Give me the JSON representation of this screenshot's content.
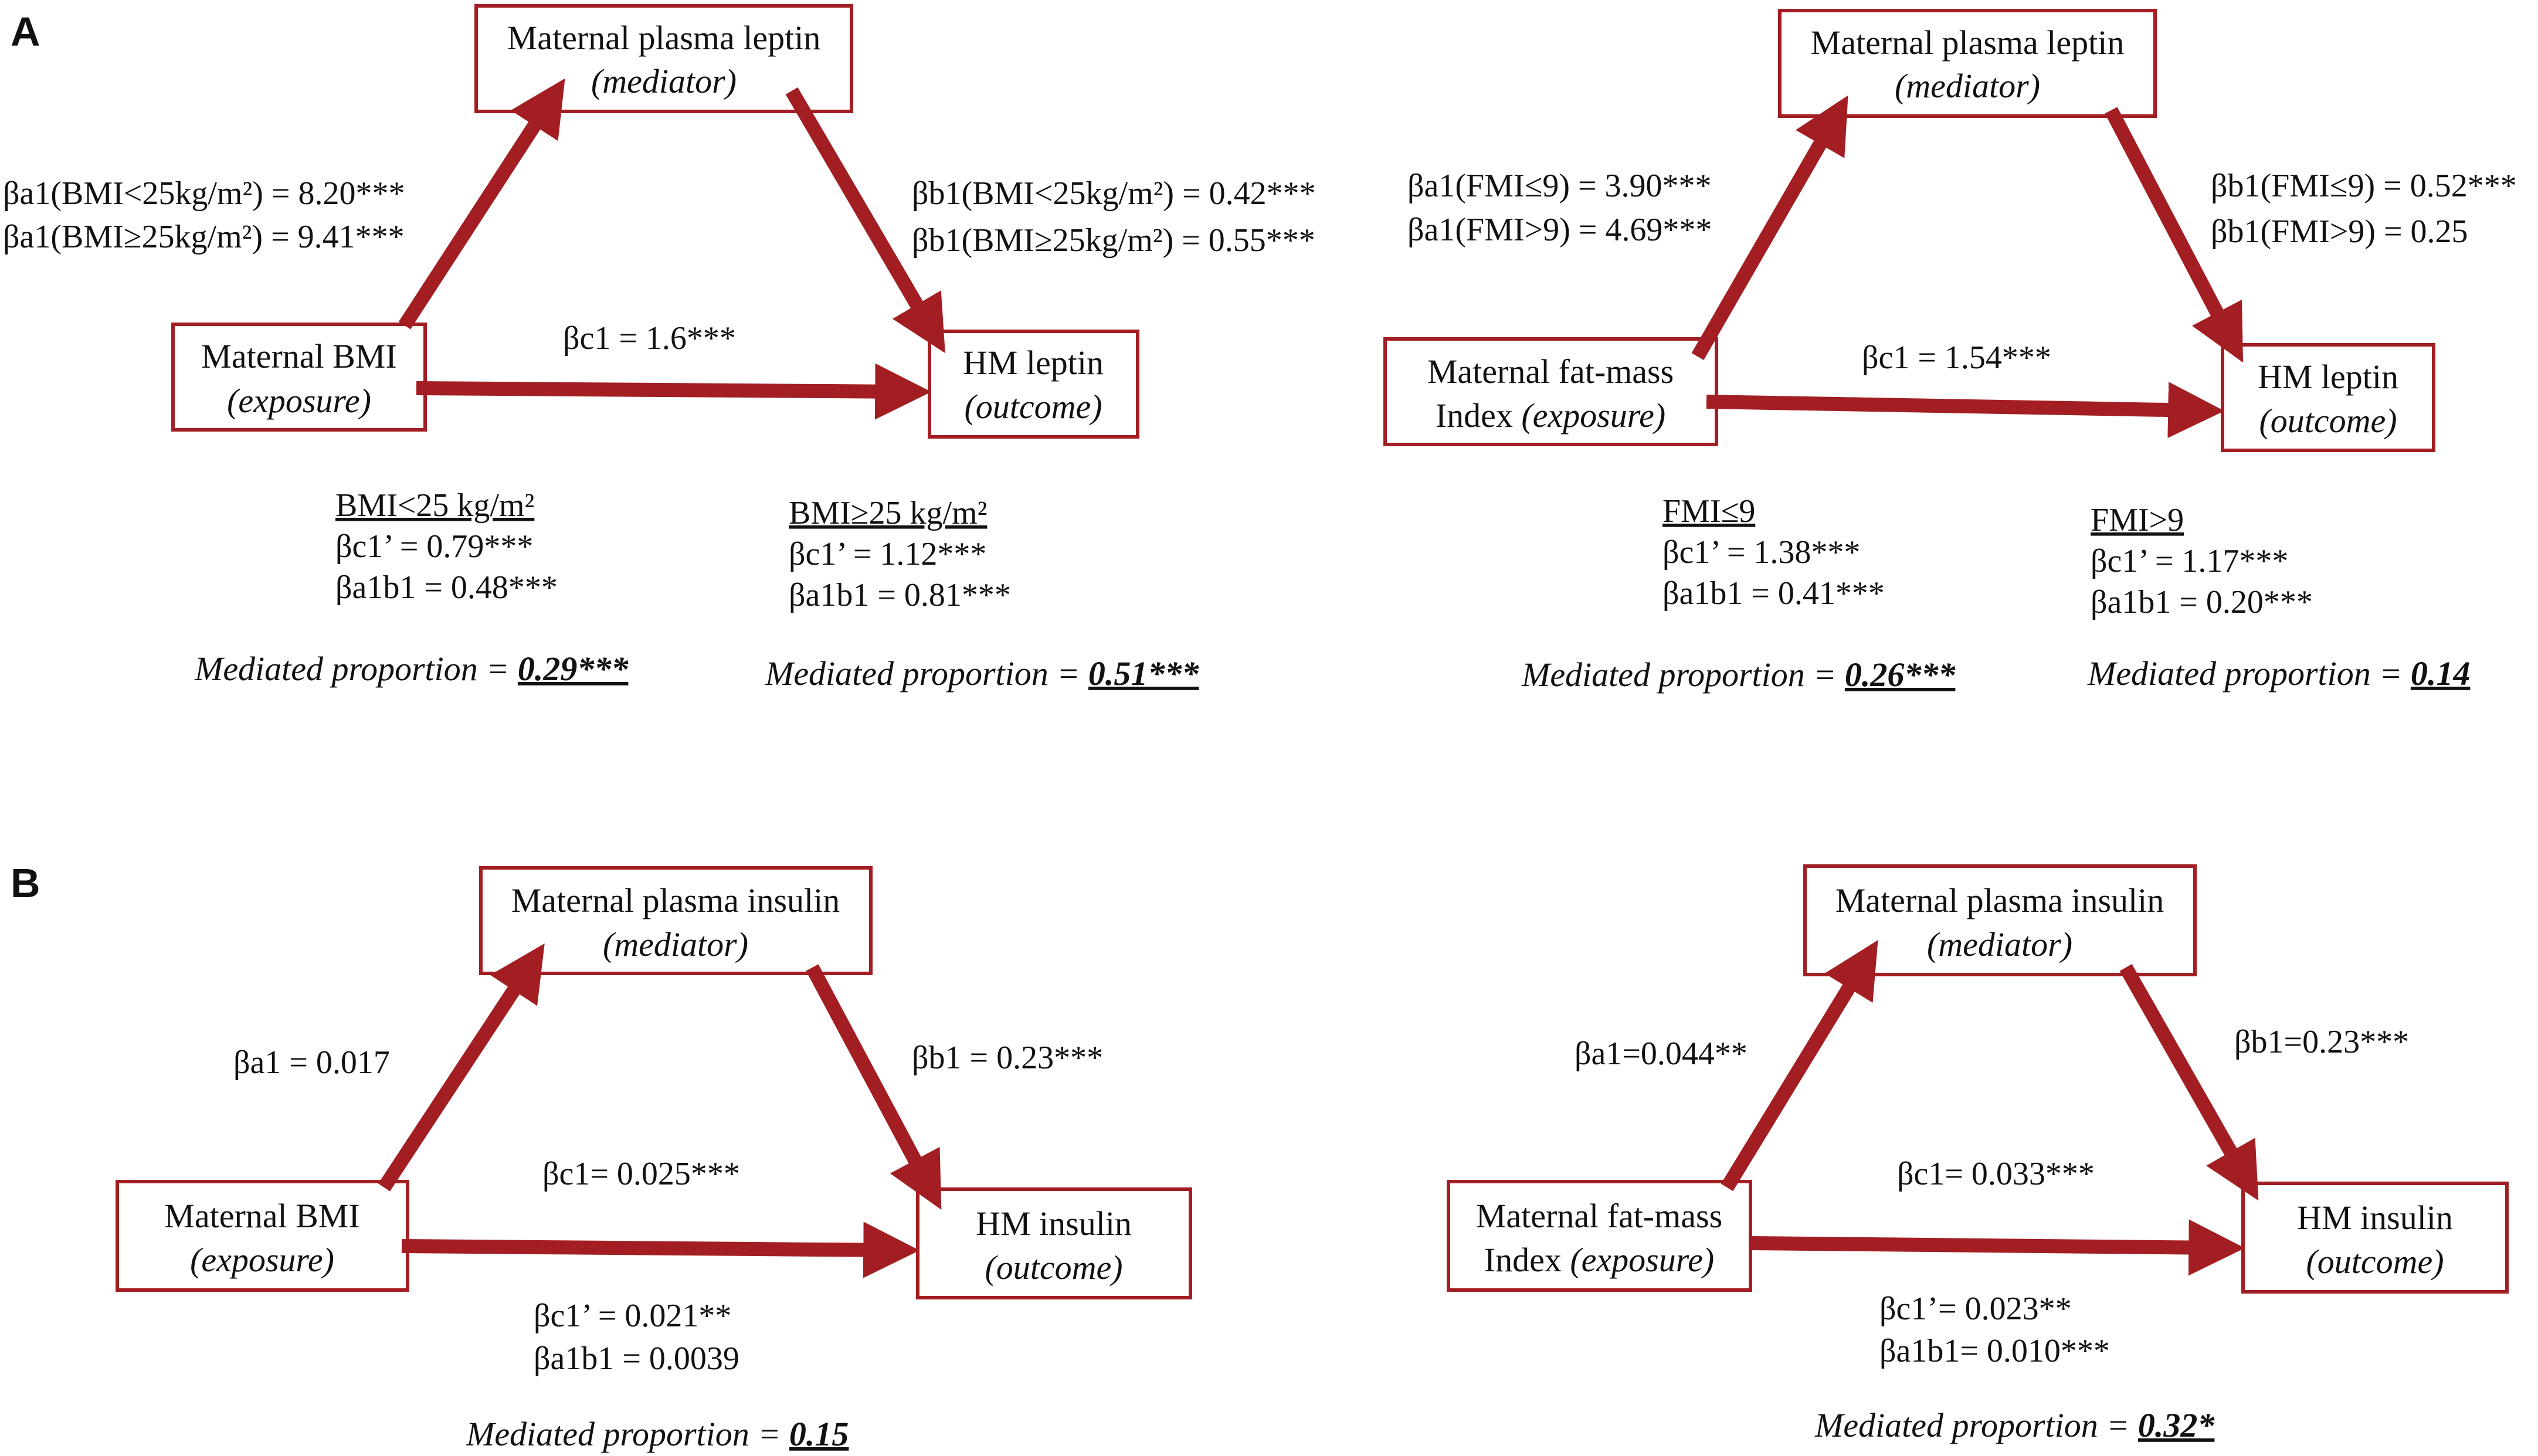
{
  "colors": {
    "arrow": "#a31e23",
    "box_border": "#a31e23",
    "text": "#111111"
  },
  "panels": {
    "A": {
      "label": "A",
      "left": {
        "mediator": {
          "title": "Maternal plasma leptin",
          "role": "(mediator)"
        },
        "exposure": {
          "title": "Maternal BMI",
          "role": "(exposure)"
        },
        "outcome": {
          "title": "HM leptin",
          "role": "(outcome)"
        },
        "a_path": {
          "line1": "βa1(BMI<25kg/m²) = 8.20***",
          "line2": "βa1(BMI≥25kg/m²) = 9.41***"
        },
        "b_path": {
          "line1": "βb1(BMI<25kg/m²) = 0.42***",
          "line2": "βb1(BMI≥25kg/m²) = 0.55***"
        },
        "c_path": "βc1 = 1.6***",
        "groups": [
          {
            "heading": "BMI<25 kg/m²",
            "c_prime": "βc1’ = 0.79***",
            "ab": "βa1b1 = 0.48***",
            "mediated_label": "Mediated proportion = ",
            "mediated_value": "0.29***"
          },
          {
            "heading": "BMI≥25 kg/m²",
            "c_prime": "βc1’ = 1.12***",
            "ab": "βa1b1 = 0.81***",
            "mediated_label": "Mediated proportion = ",
            "mediated_value": "0.51***"
          }
        ]
      },
      "right": {
        "mediator": {
          "title": "Maternal plasma leptin",
          "role": "(mediator)"
        },
        "exposure": {
          "title": "Maternal fat-mass",
          "role_line": "Index",
          "role": "(exposure)"
        },
        "outcome": {
          "title": "HM leptin",
          "role": "(outcome)"
        },
        "a_path": {
          "line1": "βa1(FMI≤9) = 3.90***",
          "line2": "βa1(FMI>9) = 4.69***"
        },
        "b_path": {
          "line1": "βb1(FMI≤9) = 0.52***",
          "line2": "βb1(FMI>9) = 0.25"
        },
        "c_path": "βc1 = 1.54***",
        "groups": [
          {
            "heading": "FMI≤9",
            "c_prime": "βc1’ = 1.38***",
            "ab": "βa1b1 = 0.41***",
            "mediated_label": "Mediated proportion = ",
            "mediated_value": "0.26***"
          },
          {
            "heading": "FMI>9",
            "c_prime": "βc1’ = 1.17***",
            "ab": "βa1b1 = 0.20***",
            "mediated_label": "Mediated proportion = ",
            "mediated_value": "0.14"
          }
        ]
      }
    },
    "B": {
      "label": "B",
      "left": {
        "mediator": {
          "title": "Maternal plasma insulin",
          "role": "(mediator)"
        },
        "exposure": {
          "title": "Maternal BMI",
          "role": "(exposure)"
        },
        "outcome": {
          "title": "HM insulin",
          "role": "(outcome)"
        },
        "a_path": "βa1 = 0.017",
        "b_path": "βb1 = 0.23***",
        "c_path": "βc1= 0.025***",
        "c_prime": "βc1’ = 0.021**",
        "ab": "βa1b1 = 0.0039",
        "mediated_label": "Mediated proportion = ",
        "mediated_value": "0.15"
      },
      "right": {
        "mediator": {
          "title": "Maternal plasma insulin",
          "role": "(mediator)"
        },
        "exposure": {
          "title": "Maternal fat-mass",
          "role_line": "Index",
          "role": "(exposure)"
        },
        "outcome": {
          "title": "HM insulin",
          "role": "(outcome)"
        },
        "a_path": "βa1=0.044**",
        "b_path": "βb1=0.23***",
        "c_path": "βc1= 0.033***",
        "c_prime": "βc1’= 0.023**",
        "ab": "βa1b1= 0.010***",
        "mediated_label": "Mediated proportion = ",
        "mediated_value": "0.32*"
      }
    }
  }
}
